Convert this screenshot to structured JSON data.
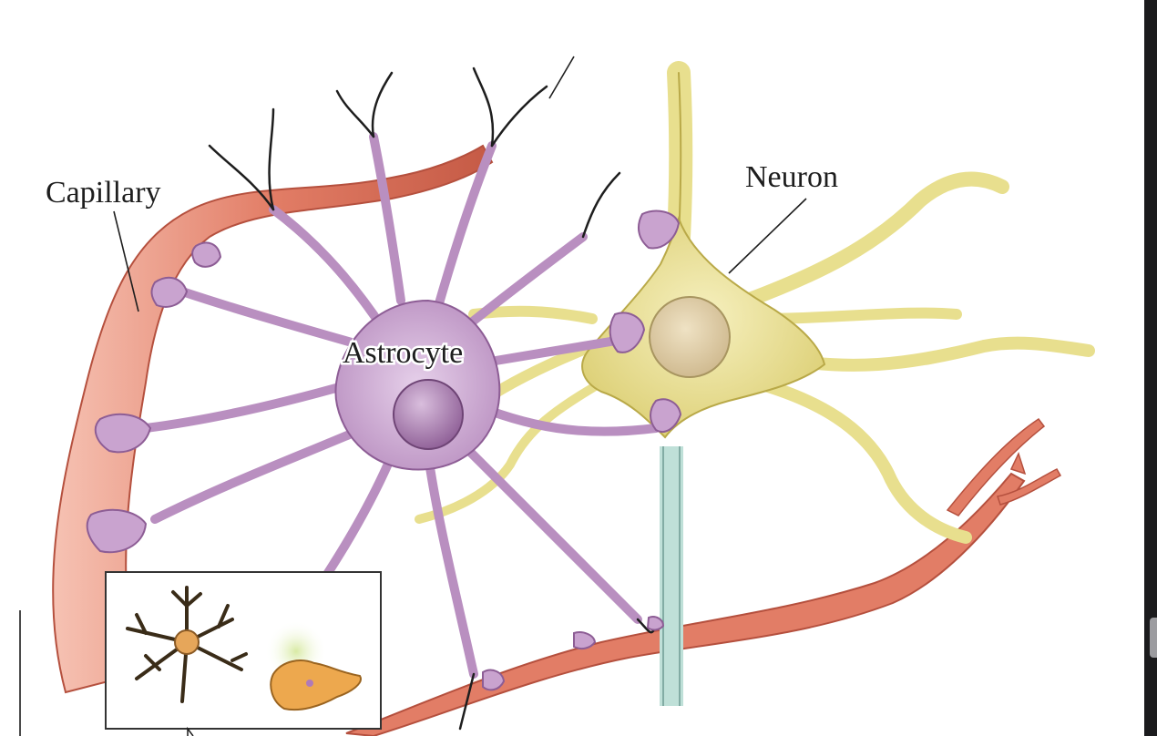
{
  "labels": {
    "capillary": "Capillary",
    "neuron": "Neuron",
    "astrocyte": "Astrocyte"
  },
  "colors": {
    "capillary": "#e07a65",
    "capillary_dark": "#b5503e",
    "astrocyte": "#c9a3cf",
    "astrocyte_nucleus": "#9d6da3",
    "neuron": "#e8df8e",
    "neuron_dark": "#b9a948",
    "myelin": "#bfe0d8",
    "ink": "#1e1e1e"
  }
}
